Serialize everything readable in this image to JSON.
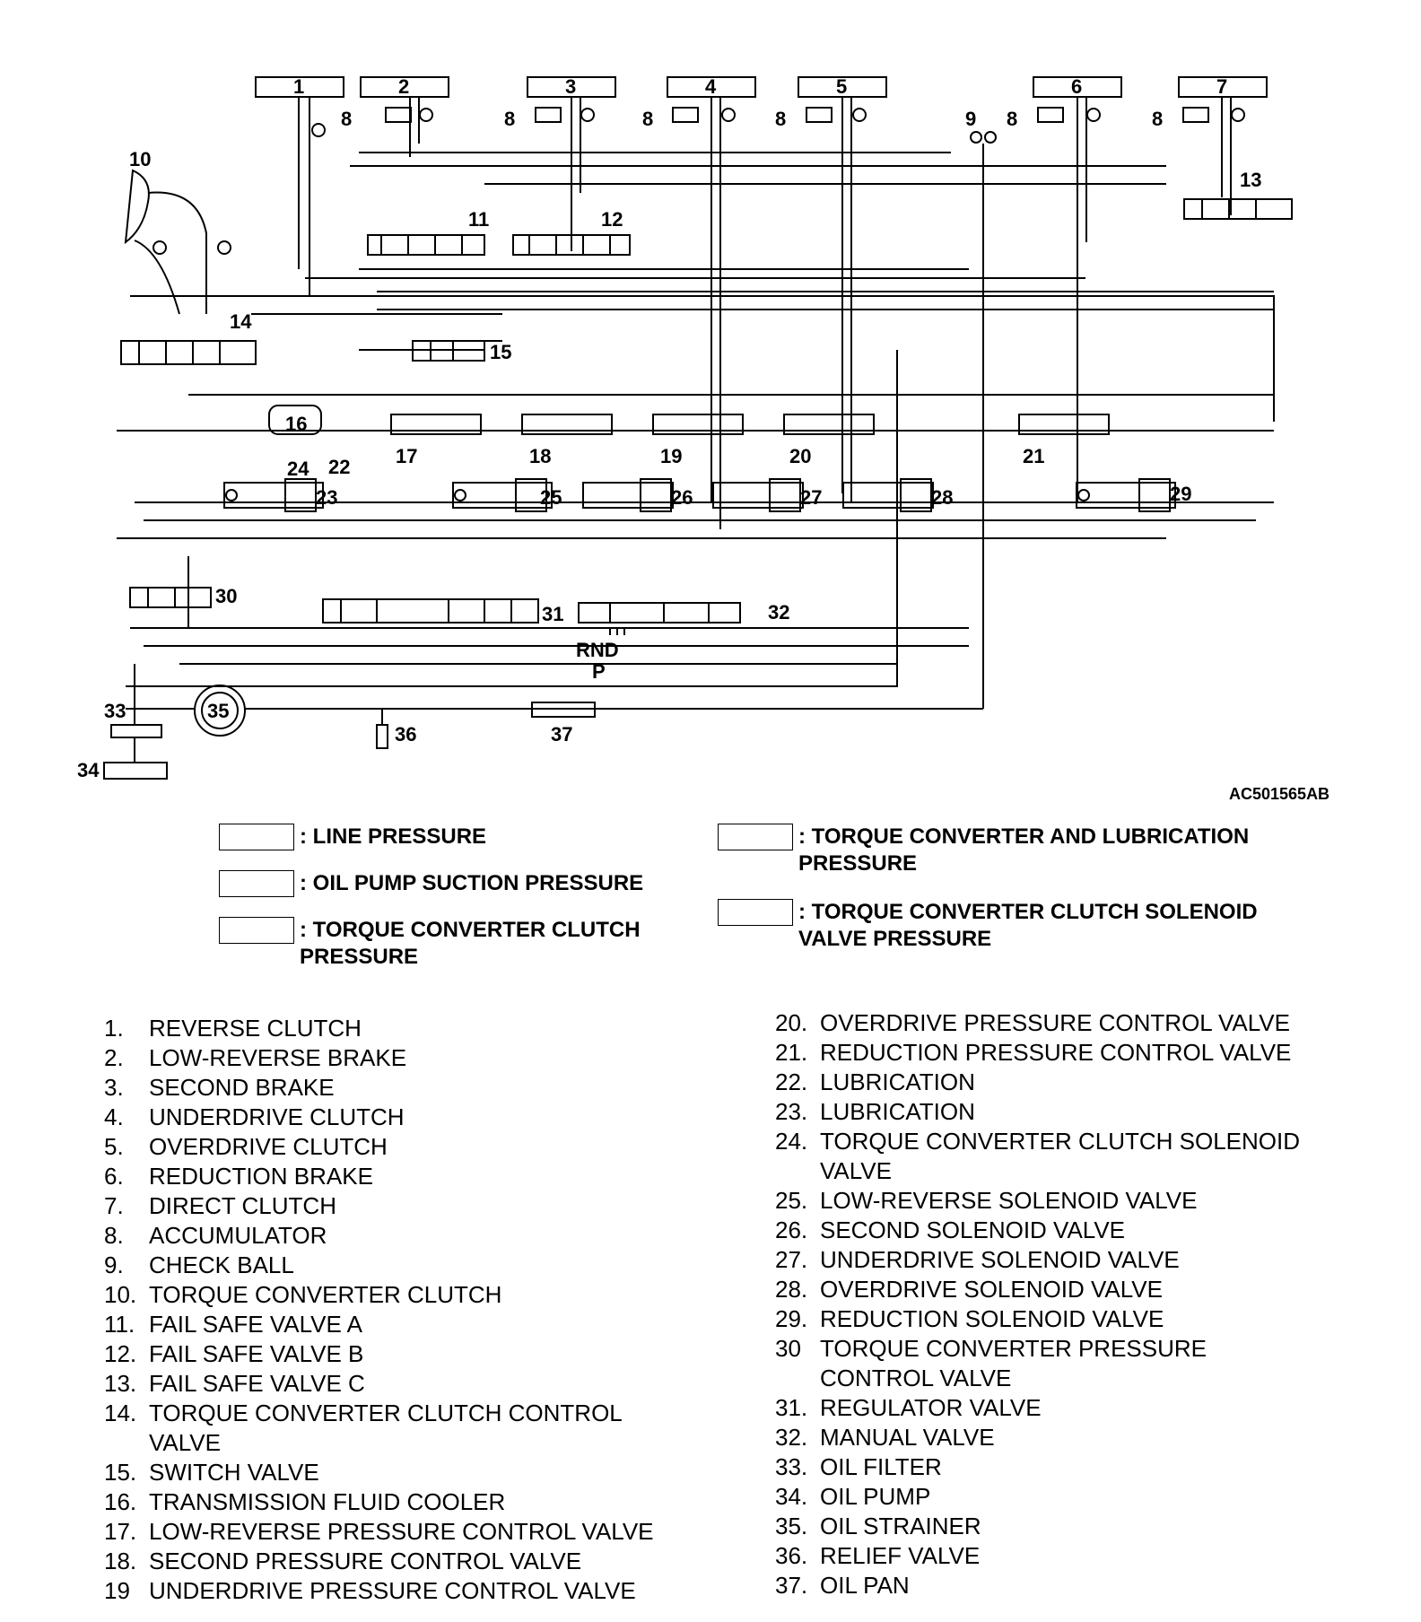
{
  "figure_id": "AC501565AB",
  "diagram_labels": {
    "n1": "1",
    "n2": "2",
    "n3": "3",
    "n4": "4",
    "n5": "5",
    "n6": "6",
    "n7": "7",
    "n8": "8",
    "n9": "9",
    "n10": "10",
    "n11": "11",
    "n12": "12",
    "n13": "13",
    "n14": "14",
    "n15": "15",
    "n16": "16",
    "n17": "17",
    "n18": "18",
    "n19": "19",
    "n20": "20",
    "n21": "21",
    "n22": "22",
    "n23": "23",
    "n24": "24",
    "n25": "25",
    "n26": "26",
    "n27": "27",
    "n28": "28",
    "n29": "29",
    "n30": "30",
    "n31": "31",
    "n32": "32",
    "n33": "33",
    "n34": "34",
    "n35": "35",
    "n36": "36",
    "n37": "37",
    "manual_positions": "RND",
    "manual_park": "P"
  },
  "legend": {
    "line_pressure": ": LINE PRESSURE",
    "oil_pump_suction": ": OIL PUMP SUCTION PRESSURE",
    "tcc_pressure": ": TORQUE CONVERTER CLUTCH\nPRESSURE",
    "tc_lube_pressure": ": TORQUE CONVERTER AND LUBRICATION\nPRESSURE",
    "tcc_solenoid_pressure": ": TORQUE CONVERTER CLUTCH SOLENOID\nVALVE PRESSURE"
  },
  "parts_left": [
    {
      "num": "1.",
      "name": "REVERSE CLUTCH"
    },
    {
      "num": "2.",
      "name": "LOW-REVERSE BRAKE"
    },
    {
      "num": "3.",
      "name": "SECOND BRAKE"
    },
    {
      "num": "4.",
      "name": "UNDERDRIVE CLUTCH"
    },
    {
      "num": "5.",
      "name": "OVERDRIVE CLUTCH"
    },
    {
      "num": "6.",
      "name": "REDUCTION BRAKE"
    },
    {
      "num": "7.",
      "name": "DIRECT CLUTCH"
    },
    {
      "num": "8.",
      "name": "ACCUMULATOR"
    },
    {
      "num": "9.",
      "name": "CHECK BALL"
    },
    {
      "num": "10.",
      "name": "TORQUE CONVERTER CLUTCH"
    },
    {
      "num": "11.",
      "name": "FAIL SAFE VALVE A"
    },
    {
      "num": "12.",
      "name": "FAIL SAFE VALVE B"
    },
    {
      "num": "13.",
      "name": "FAIL SAFE VALVE C"
    },
    {
      "num": "14.",
      "name": "TORQUE CONVERTER CLUTCH CONTROL",
      "name2": "VALVE"
    },
    {
      "num": "15.",
      "name": "SWITCH VALVE"
    },
    {
      "num": "16.",
      "name": "TRANSMISSION FLUID COOLER"
    },
    {
      "num": "17.",
      "name": "LOW-REVERSE PRESSURE CONTROL VALVE"
    },
    {
      "num": "18.",
      "name": "SECOND PRESSURE CONTROL VALVE"
    },
    {
      "num": "19",
      "name": "UNDERDRIVE PRESSURE CONTROL VALVE"
    }
  ],
  "parts_right": [
    {
      "num": "20.",
      "name": "OVERDRIVE PRESSURE CONTROL VALVE"
    },
    {
      "num": "21.",
      "name": "REDUCTION PRESSURE CONTROL VALVE"
    },
    {
      "num": "22.",
      "name": "LUBRICATION"
    },
    {
      "num": "23.",
      "name": "LUBRICATION"
    },
    {
      "num": "24.",
      "name": "TORQUE CONVERTER CLUTCH SOLENOID",
      "name2": "VALVE"
    },
    {
      "num": "25.",
      "name": "LOW-REVERSE SOLENOID VALVE"
    },
    {
      "num": "26.",
      "name": "SECOND SOLENOID VALVE"
    },
    {
      "num": "27.",
      "name": "UNDERDRIVE SOLENOID VALVE"
    },
    {
      "num": "28.",
      "name": "OVERDRIVE SOLENOID VALVE"
    },
    {
      "num": "29.",
      "name": "REDUCTION SOLENOID VALVE"
    },
    {
      "num": "30",
      "name": "TORQUE CONVERTER PRESSURE",
      "name2": "CONTROL VALVE"
    },
    {
      "num": "31.",
      "name": "REGULATOR VALVE"
    },
    {
      "num": "32.",
      "name": "MANUAL VALVE"
    },
    {
      "num": "33.",
      "name": "OIL FILTER"
    },
    {
      "num": "34.",
      "name": "OIL PUMP"
    },
    {
      "num": "35.",
      "name": "OIL STRAINER"
    },
    {
      "num": "36.",
      "name": "RELIEF VALVE"
    },
    {
      "num": "37.",
      "name": "OIL PAN"
    }
  ]
}
